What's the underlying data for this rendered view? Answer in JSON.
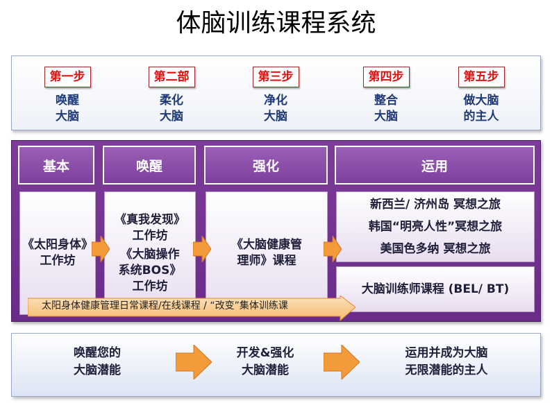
{
  "title": "体脑训练课程系统",
  "steps": [
    {
      "label": "第一步",
      "desc": "唤醒\n大脑"
    },
    {
      "label": "第二部",
      "desc": "柔化\n大脑"
    },
    {
      "label": "第三步",
      "desc": "净化\n大脑"
    },
    {
      "label": "第四步",
      "desc": "整合\n大脑"
    },
    {
      "label": "第五步",
      "desc": "做大脑\n的主人"
    }
  ],
  "headers": [
    "基本",
    "唤醒",
    "强化",
    "运用"
  ],
  "content": {
    "basic": "《太阳身体》\n工作坊",
    "awaken_1": "《真我发现》\n工作坊",
    "awaken_2": "《大脑操作\n系统BOS》\n工作坊",
    "strengthen": "《大脑健康管\n理师》课程",
    "apply_trips": [
      "新西兰/ 济州岛 冥想之旅",
      "韩国“明亮人性”冥想之旅",
      "美国色多纳 冥想之旅"
    ],
    "apply_course": "大脑训练师课程 (BEL/ BT)"
  },
  "band_text": "太阳身体健康管理日常课程/在线课程 / “改变”集体训练课",
  "bottom": [
    "唤醒您的\n大脑潜能",
    "开发&强化\n大脑潜能",
    "运用并成为大脑\n无限潜能的主人"
  ],
  "colors": {
    "step_label": "#e01010",
    "step_desc": "#1f3a78",
    "panel_purple": "#7d3c98",
    "arrow_orange": "#f39a3a"
  }
}
